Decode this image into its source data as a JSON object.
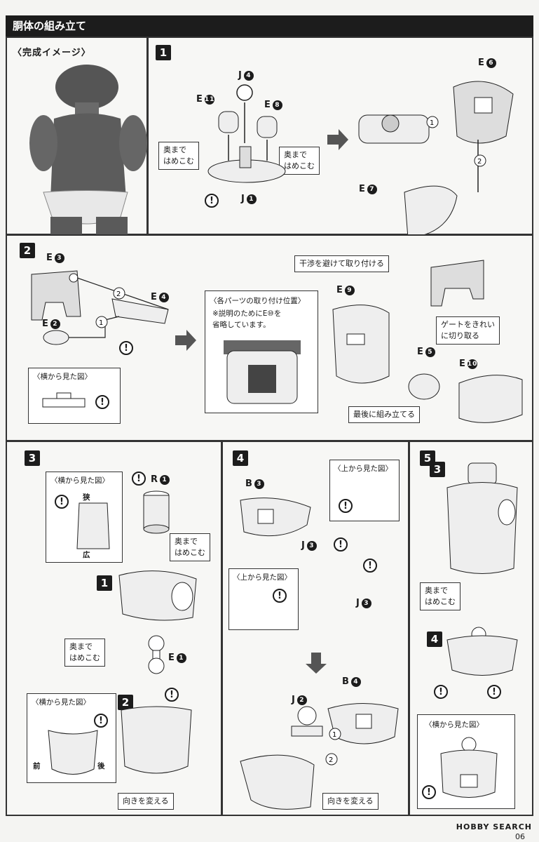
{
  "header": {
    "title": "胴体の組み立て"
  },
  "preview": {
    "label": "〈完成イメージ〉"
  },
  "step1": {
    "number": "1",
    "parts": [
      "J",
      "E",
      "E",
      "J",
      "E",
      "E"
    ],
    "part_nums": [
      "4",
      "11",
      "8",
      "1",
      "6",
      "7"
    ],
    "callout_left": "奥まで\nはめこむ",
    "callout_right": "奥まで\nはめこむ",
    "order": [
      "1",
      "2"
    ]
  },
  "step2": {
    "number": "2",
    "parts": [
      "E",
      "E",
      "E",
      "E",
      "E",
      "E"
    ],
    "part_nums": [
      "3",
      "4",
      "2",
      "9",
      "5",
      "10"
    ],
    "side_view": "〈横から見た図〉",
    "positions_title": "〈各パーツの取り付け位置〉",
    "positions_note": "※説明のためにE⑩を\n省略しています。",
    "callout_avoid": "干渉を避けて取り付ける",
    "callout_gate": "ゲートをきれい\nに切り取る",
    "callout_last": "最後に組み立てる",
    "order": [
      "2",
      "1"
    ]
  },
  "step3": {
    "number": "3",
    "side_view": "〈横から見た図〉",
    "narrow": "狭",
    "wide": "広",
    "part_r": "R",
    "part_r_num": "1",
    "callout_insert1": "奥まで\nはめこむ",
    "callout_insert2": "奥まで\nはめこむ",
    "part_e": "E",
    "part_e_num": "1",
    "sub1": "1",
    "sub2": "2",
    "side_view2": "〈横から見た図〉",
    "front": "前",
    "back": "後",
    "callout_turn": "向きを変える"
  },
  "step4": {
    "number": "4",
    "part_b3": "B",
    "part_b3_num": "3",
    "top_view1": "〈上から見た図〉",
    "part_j3a": "J",
    "part_j3a_num": "3",
    "part_j3b": "J",
    "part_j3b_num": "3",
    "top_view2": "〈上から見た図〉",
    "part_b4": "B",
    "part_b4_num": "4",
    "part_j2": "J",
    "part_j2_num": "2",
    "order": [
      "1",
      "2"
    ],
    "callout_turn": "向きを変える"
  },
  "step5": {
    "number": "5",
    "sub3": "3",
    "sub4": "4",
    "callout_insert": "奥まで\nはめこむ",
    "side_view": "〈横から見た図〉"
  },
  "footer": {
    "brand": "HOBBY SEARCH",
    "page": "06"
  }
}
